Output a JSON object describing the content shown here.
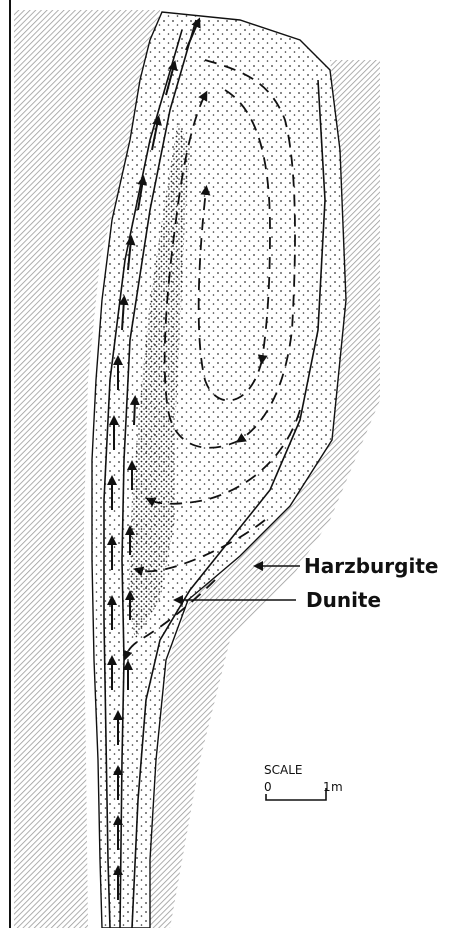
{
  "labels": {
    "harzburgite": "Harzburgite",
    "dunite": "Dunite",
    "scale_title": "SCALE",
    "scale_zero": "0",
    "scale_one": "1",
    "scale_unit": "m"
  },
  "colors": {
    "ink": "#111111",
    "background": "#ffffff"
  },
  "icons": [
    "arrow-up-icon",
    "arrow-down-icon",
    "dashed-circulation-arrow"
  ]
}
